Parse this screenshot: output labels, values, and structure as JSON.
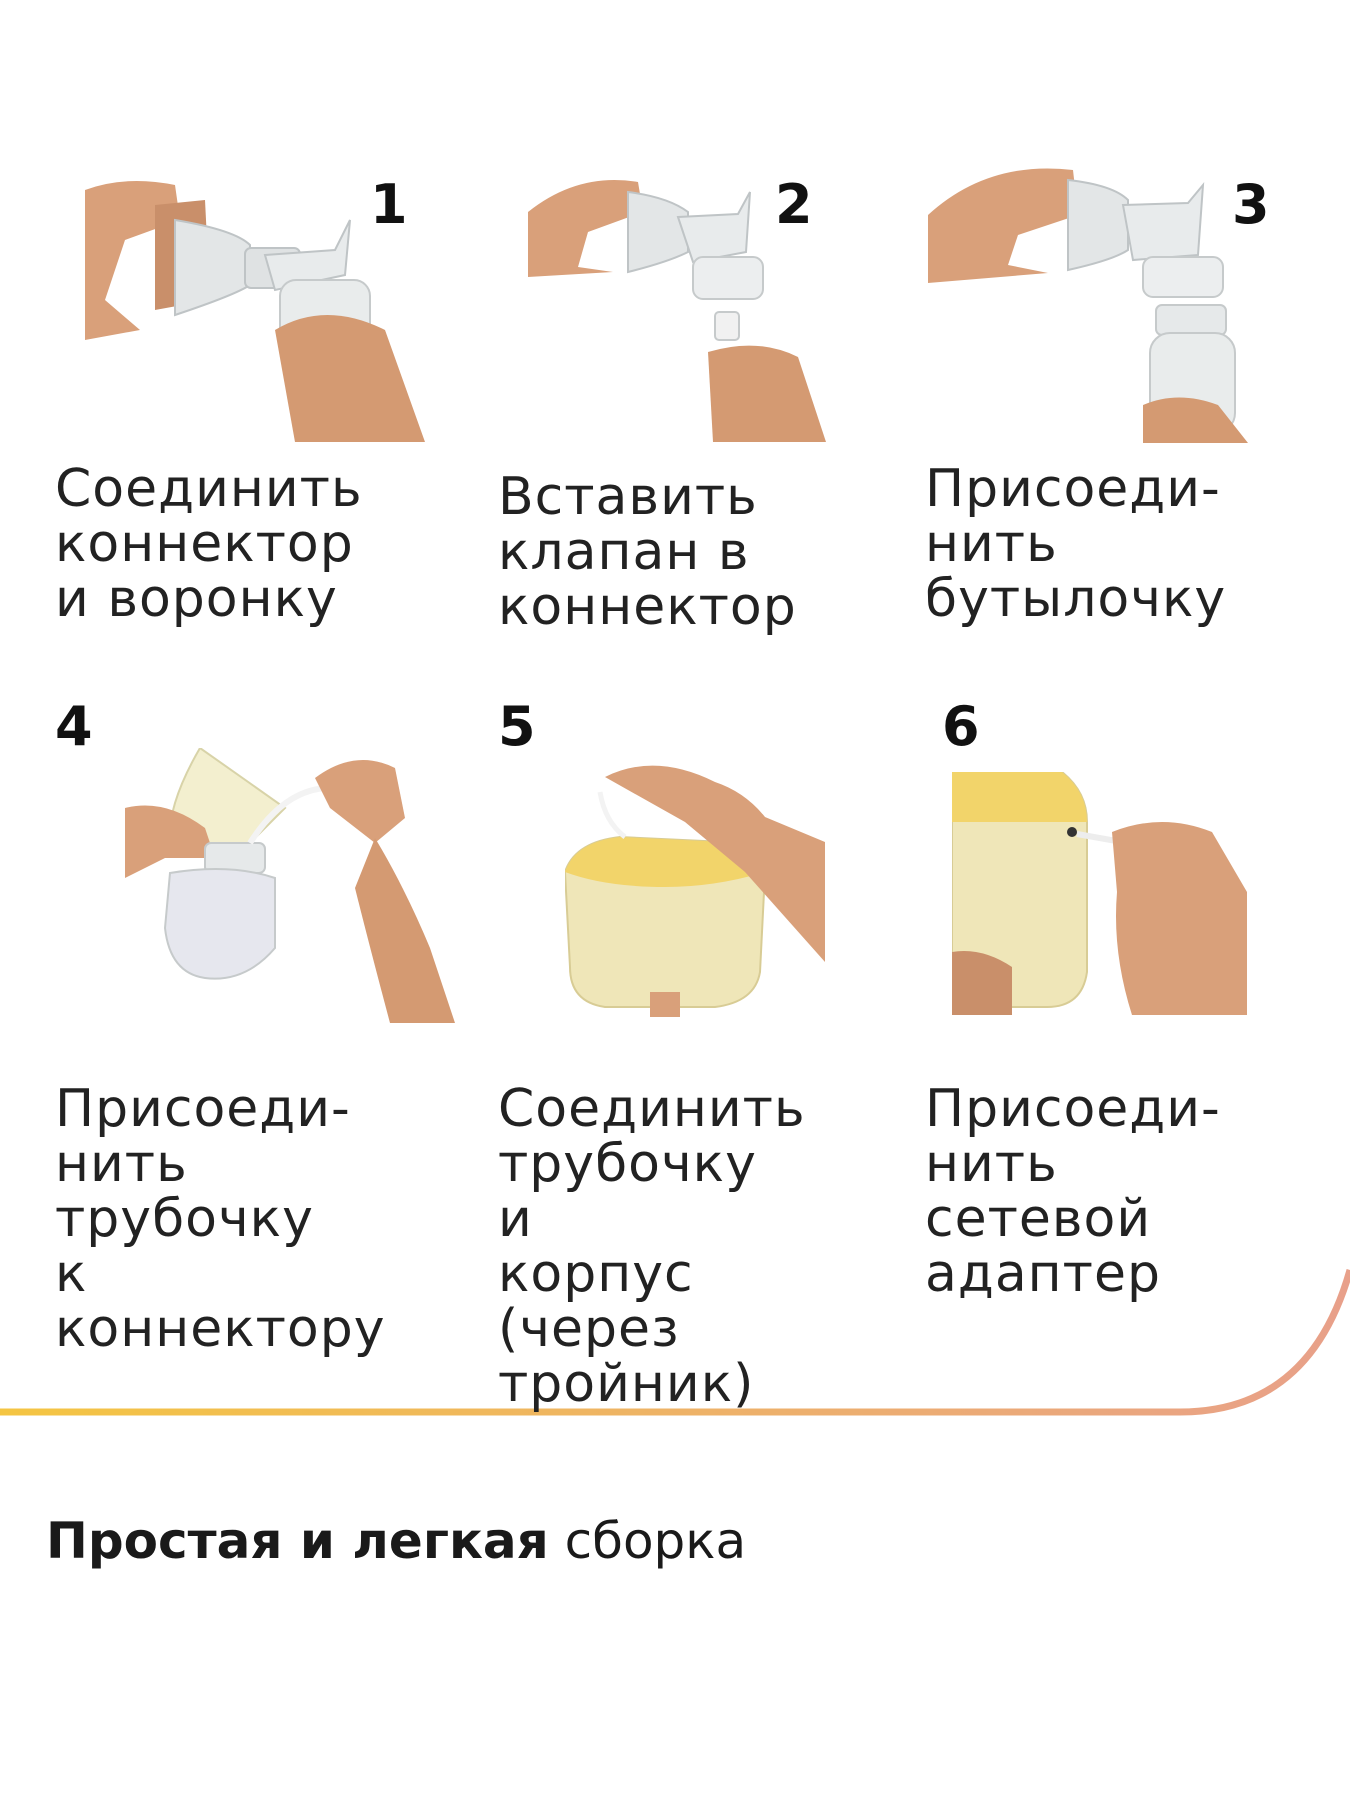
{
  "steps": [
    {
      "number": "1",
      "caption": "Соединить\nконнектор\nи воронку"
    },
    {
      "number": "2",
      "caption": "Вставить\nклапан в\nконнектор"
    },
    {
      "number": "3",
      "caption": "Присоеди-\nнить\nбутылочку"
    },
    {
      "number": "4",
      "caption": "Присоеди-\nнить\nтрубочку\nк коннектору"
    },
    {
      "number": "5",
      "caption": "Соединить\nтрубочку и\nкорпус\n(через\nтройник)"
    },
    {
      "number": "6",
      "caption": "Присоеди-\nнить\nсетевой\nадаптер"
    }
  ],
  "footer": {
    "bold": "Простая и легкая",
    "regular": "сборка"
  },
  "colors": {
    "accent_start": "#f4c542",
    "accent_end": "#e8a08a",
    "skin": "#d9a07a",
    "plastic": "#e6e9ea",
    "pump_body": "#efe6b8",
    "pump_lid": "#f2d46a"
  }
}
